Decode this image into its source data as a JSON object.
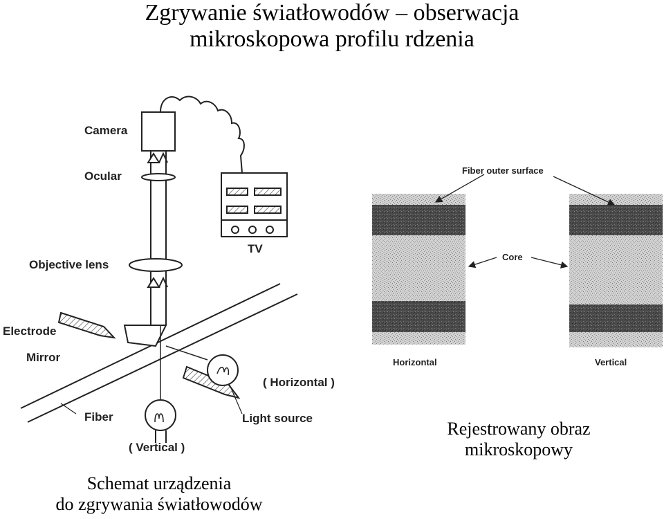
{
  "title": {
    "line1": "Zgrywanie światłowodów – obserwacja",
    "line2": "mikroskopowa profilu rdzenia"
  },
  "apparatus": {
    "camera": "Camera",
    "ocular": "Ocular",
    "tv": "TV",
    "objective_lens": "Objective lens",
    "electrode": "Electrode",
    "mirror": "Mirror",
    "fiber": "Fiber",
    "vertical": "( Vertical )",
    "horizontal": "( Horizontal )",
    "light_source": "Light source"
  },
  "image": {
    "fiber_outer_surface": "Fiber outer surface",
    "core": "Core",
    "horizontal": "Horizontal",
    "vertical": "Vertical"
  },
  "captions": {
    "left_line1": "Schemat urządzenia",
    "left_line2": "do zgrywania światłowodów",
    "right_line1": "Rejestrowany obraz",
    "right_line2": "mikroskopowy"
  }
}
